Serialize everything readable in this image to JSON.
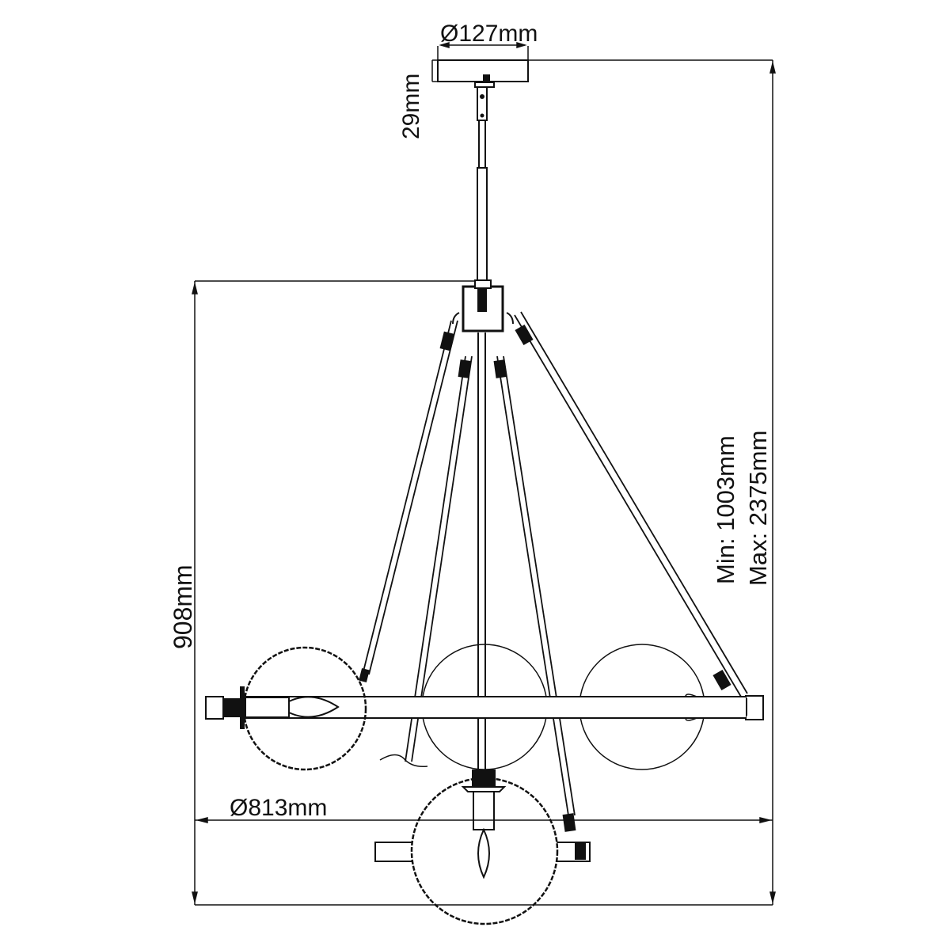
{
  "drawing": {
    "subject": "Chandelier technical dimension drawing",
    "line_color": "#111111",
    "background": "#ffffff"
  },
  "dimensions": {
    "canopy_diameter": "Ø127mm",
    "canopy_height": "29mm",
    "body_height": "908mm",
    "overall_diameter": "Ø813mm",
    "drop_min": "Min: 1003mm",
    "drop_max": "Max: 2375mm"
  }
}
